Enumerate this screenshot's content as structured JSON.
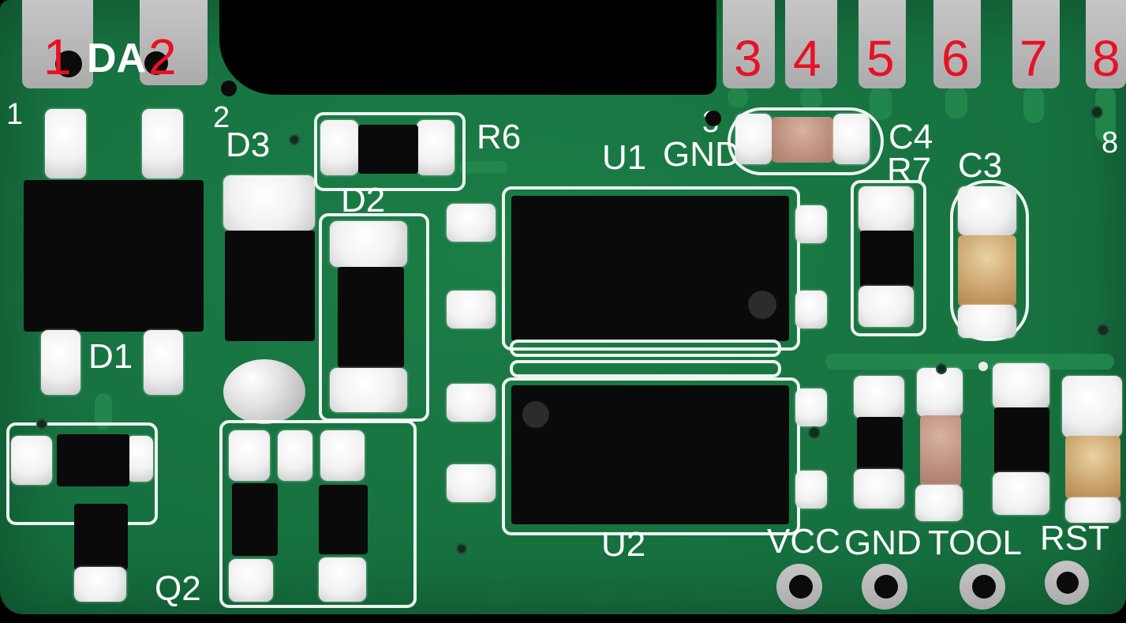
{
  "annotations": {
    "pin_numbers": {
      "p1": "1",
      "p2": "2",
      "p3": "3",
      "p4": "4",
      "p5": "5",
      "p6": "6",
      "p7": "7",
      "p8": "8"
    },
    "pad_numbers": {
      "n1": "1",
      "n2": "2",
      "n3": "3",
      "n8": "8"
    },
    "net_label": "DA"
  },
  "components": {
    "d1": "D1",
    "d2": "D2",
    "d3": "D3",
    "q2": "Q2",
    "r6": "R6",
    "r7": "R7",
    "c3": "C3",
    "c4": "C4",
    "u1": "U1",
    "u1_gnd": "GND",
    "u2": "U2"
  },
  "connector_labels": {
    "vcc": "VCC",
    "gnd": "GND",
    "tool": "TOOL",
    "rst": "RST"
  },
  "colors": {
    "board_green": "#156e3e",
    "annotation_red": "#e81123",
    "silkscreen_white": "#ffffff",
    "pad_gray": "#b9b9b9",
    "component_black": "#0a0a0a",
    "capacitor_rosy": "#bf9181",
    "capacitor_tan": "#c9a26b"
  }
}
